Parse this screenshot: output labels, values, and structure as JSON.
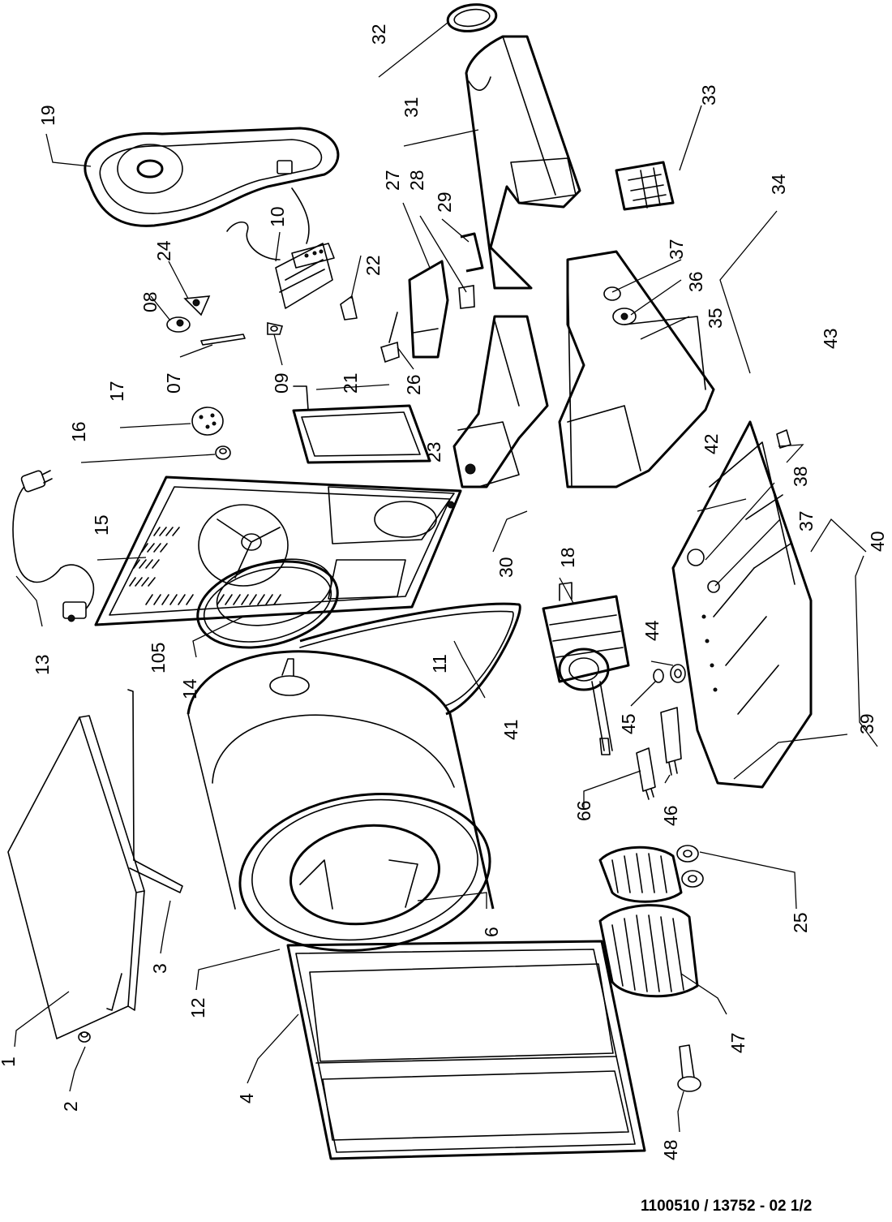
{
  "document_reference": "1100510 / 13752 - 02 1/2",
  "callouts": {
    "c1": "1",
    "c2": "2",
    "c3": "3",
    "c4": "4",
    "c6": "6",
    "c07": "07",
    "c08": "08",
    "c09": "09",
    "c10": "10",
    "c11": "11",
    "c12": "12",
    "c13": "13",
    "c14": "14",
    "c15": "15",
    "c16": "16",
    "c17": "17",
    "c18": "18",
    "c19": "19",
    "c21": "21",
    "c22": "22",
    "c23": "23",
    "c24": "24",
    "c25": "25",
    "c26": "26",
    "c27": "27",
    "c28": "28",
    "c29": "29",
    "c30": "30",
    "c31": "31",
    "c32": "32",
    "c33": "33",
    "c34": "34",
    "c35": "35",
    "c36": "36",
    "c37a": "37",
    "c37b": "37",
    "c38": "38",
    "c39": "39",
    "c40": "40",
    "c41": "41",
    "c42": "42",
    "c43": "43",
    "c44": "44",
    "c45": "45",
    "c46": "46",
    "c47": "47",
    "c48": "48",
    "c66": "66",
    "c105": "105"
  }
}
